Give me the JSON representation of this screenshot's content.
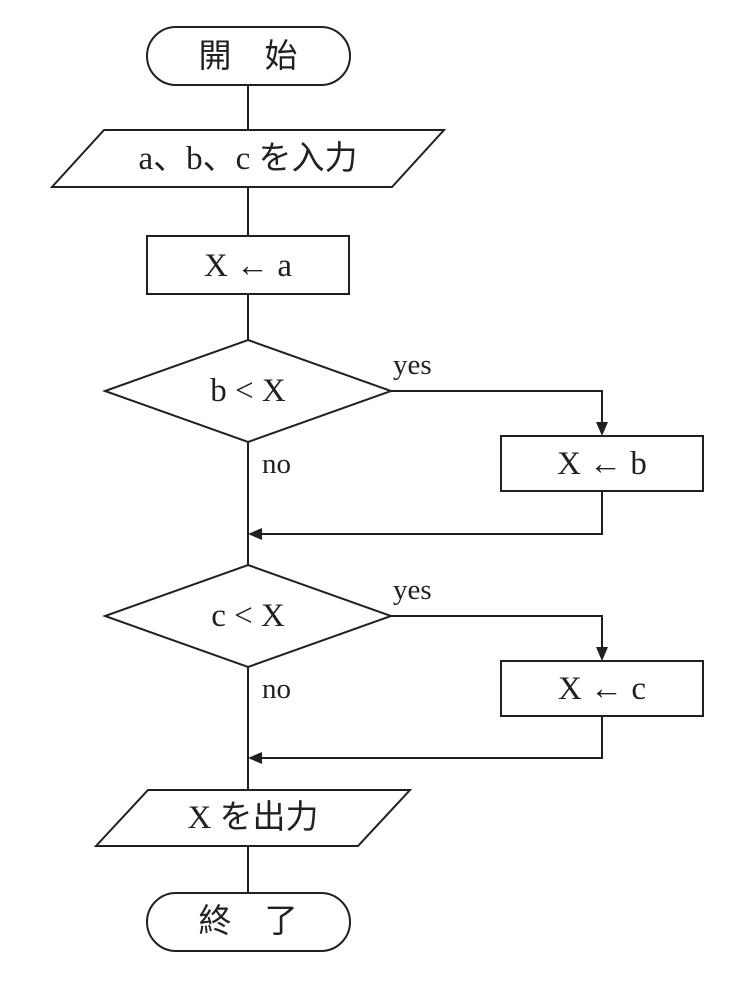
{
  "flowchart": {
    "start": "開　始",
    "input": "a、b、c を入力",
    "assign_a": "X ← a",
    "decision_b": "b < X",
    "assign_b": "X ← b",
    "decision_c": "c < X",
    "assign_c": "X ← c",
    "output": "X を出力",
    "end": "終　了",
    "yes_label": "yes",
    "no_label": "no"
  }
}
